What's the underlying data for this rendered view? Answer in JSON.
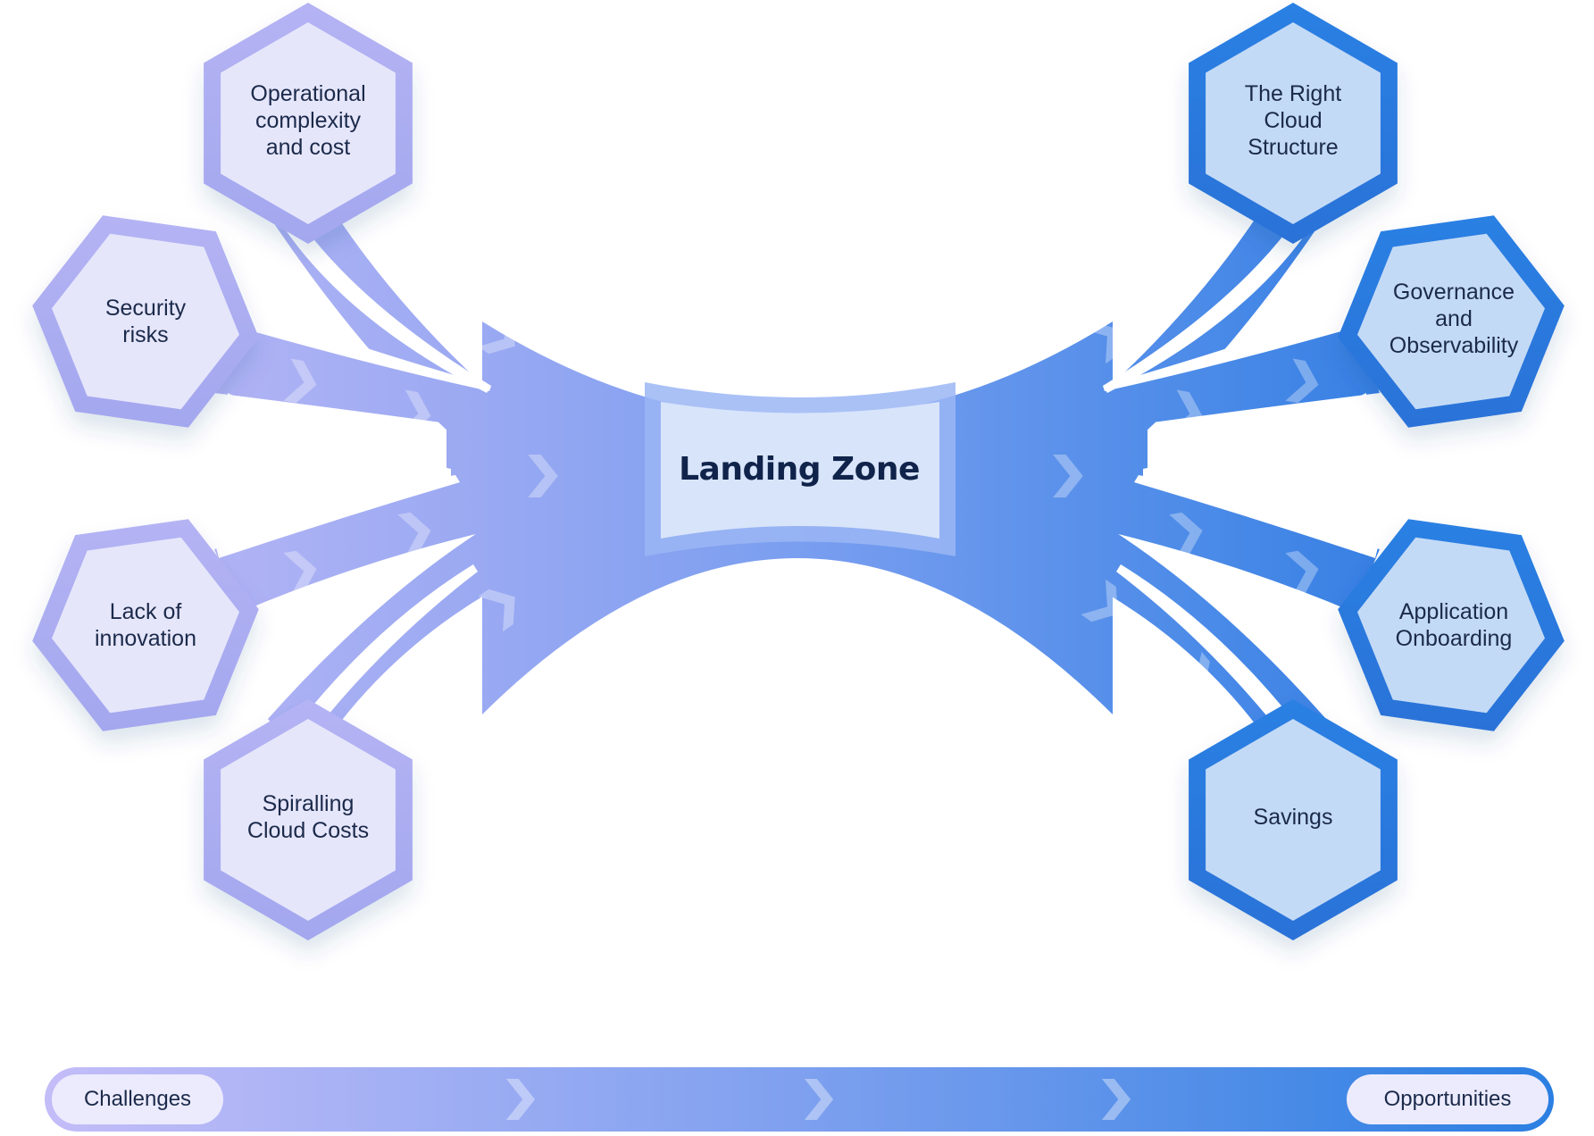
{
  "diagram": {
    "center_label": "Landing Zone",
    "challenges": [
      {
        "id": "op",
        "label": "Operational\ncomplexity\nand cost"
      },
      {
        "id": "sec",
        "label": "Security\nrisks"
      },
      {
        "id": "inn",
        "label": "Lack of\ninnovation"
      },
      {
        "id": "spi",
        "label": "Spiralling\nCloud Costs"
      }
    ],
    "opportunities": [
      {
        "id": "trc",
        "label": "The Right\nCloud\nStructure"
      },
      {
        "id": "gov",
        "label": "Governance\nand\nObservability"
      },
      {
        "id": "app",
        "label": "Application\nOnboarding"
      },
      {
        "id": "sav",
        "label": "Savings"
      }
    ]
  },
  "timeline": {
    "start_label": "Challenges",
    "end_label": "Opportunities"
  },
  "colors": {
    "left_start": "#b8b4f6",
    "middle": "#8ea6f2",
    "right_end": "#2c7ee2",
    "hex_left_fill": "#e6e6fb",
    "hex_right_fill": "#c3daf6",
    "text_dark": "#10234a"
  }
}
